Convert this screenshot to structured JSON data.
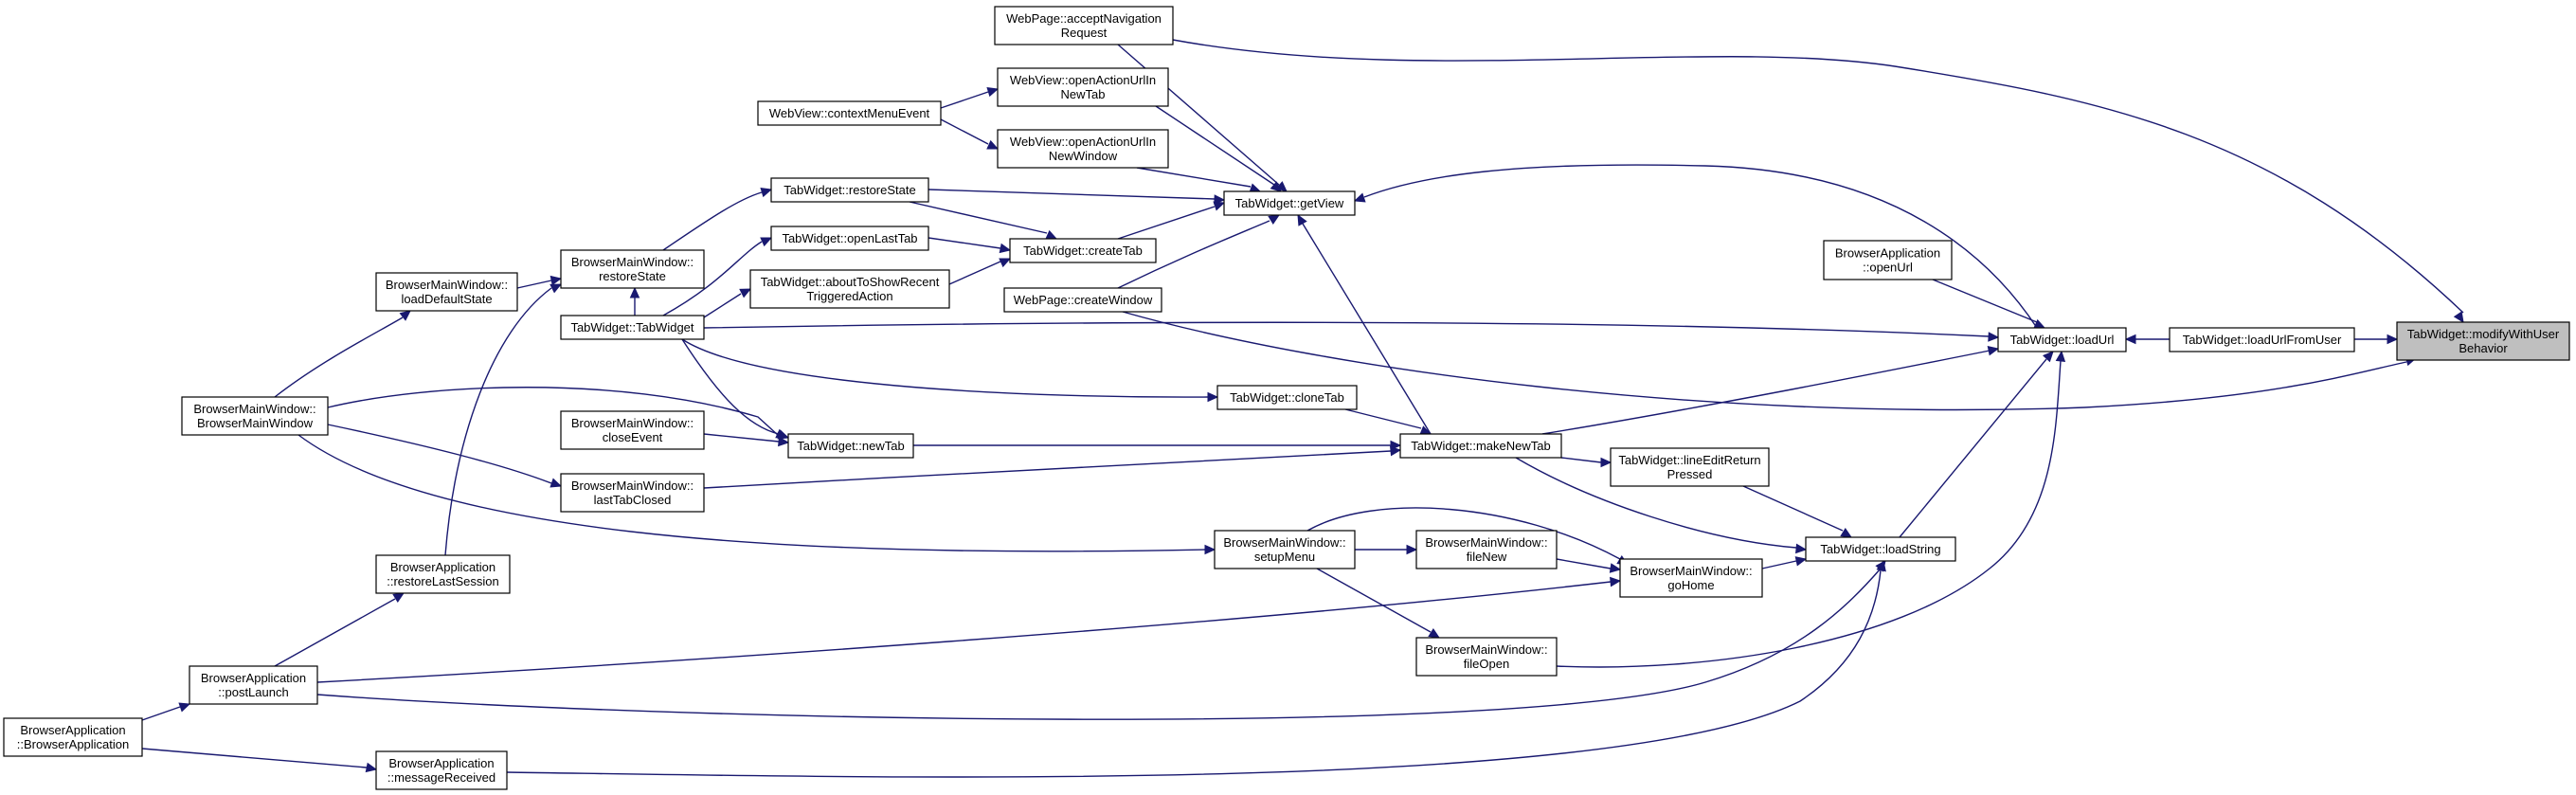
{
  "graph": {
    "type": "caller-graph",
    "colors": {
      "edge": "#191970",
      "node_border": "#000000",
      "node_fill": "#ffffff",
      "focus_fill": "#bfbfbf"
    },
    "nodes": [
      {
        "id": "modifyWithUserBehavior",
        "lines": [
          "TabWidget::modifyWithUser",
          "Behavior"
        ],
        "focus": true
      },
      {
        "id": "loadUrlFromUser",
        "lines": [
          "TabWidget::loadUrlFromUser"
        ]
      },
      {
        "id": "loadUrl",
        "lines": [
          "TabWidget::loadUrl"
        ]
      },
      {
        "id": "openUrl",
        "lines": [
          "BrowserApplication",
          "::openUrl"
        ]
      },
      {
        "id": "loadString",
        "lines": [
          "TabWidget::loadString"
        ]
      },
      {
        "id": "lineEditReturnPressed",
        "lines": [
          "TabWidget::lineEditReturn",
          "Pressed"
        ]
      },
      {
        "id": "goHome",
        "lines": [
          "BrowserMainWindow::",
          "goHome"
        ]
      },
      {
        "id": "fileNew",
        "lines": [
          "BrowserMainWindow::",
          "fileNew"
        ]
      },
      {
        "id": "fileOpen",
        "lines": [
          "BrowserMainWindow::",
          "fileOpen"
        ]
      },
      {
        "id": "setupMenu",
        "lines": [
          "BrowserMainWindow::",
          "setupMenu"
        ]
      },
      {
        "id": "makeNewTab",
        "lines": [
          "TabWidget::makeNewTab"
        ]
      },
      {
        "id": "cloneTab",
        "lines": [
          "TabWidget::cloneTab"
        ]
      },
      {
        "id": "newTab",
        "lines": [
          "TabWidget::newTab"
        ]
      },
      {
        "id": "getView",
        "lines": [
          "TabWidget::getView"
        ]
      },
      {
        "id": "acceptNavigationRequest",
        "lines": [
          "WebPage::acceptNavigation",
          "Request"
        ]
      },
      {
        "id": "openActionUrlInNewTab",
        "lines": [
          "WebView::openActionUrlIn",
          "NewTab"
        ]
      },
      {
        "id": "openActionUrlInNewWindow",
        "lines": [
          "WebView::openActionUrlIn",
          "NewWindow"
        ]
      },
      {
        "id": "contextMenuEvent",
        "lines": [
          "WebView::contextMenuEvent"
        ]
      },
      {
        "id": "createTab",
        "lines": [
          "TabWidget::createTab"
        ]
      },
      {
        "id": "createWindow",
        "lines": [
          "WebPage::createWindow"
        ]
      },
      {
        "id": "restoreState",
        "lines": [
          "TabWidget::restoreState"
        ]
      },
      {
        "id": "openLastTab",
        "lines": [
          "TabWidget::openLastTab"
        ]
      },
      {
        "id": "aboutToShowRecentTriggeredAction",
        "lines": [
          "TabWidget::aboutToShowRecent",
          "TriggeredAction"
        ]
      },
      {
        "id": "bmwRestoreState",
        "lines": [
          "BrowserMainWindow::",
          "restoreState"
        ]
      },
      {
        "id": "tabWidgetCtor",
        "lines": [
          "TabWidget::TabWidget"
        ]
      },
      {
        "id": "loadDefaultState",
        "lines": [
          "BrowserMainWindow::",
          "loadDefaultState"
        ]
      },
      {
        "id": "bmwCtor",
        "lines": [
          "BrowserMainWindow::",
          "BrowserMainWindow"
        ]
      },
      {
        "id": "closeEvent",
        "lines": [
          "BrowserMainWindow::",
          "closeEvent"
        ]
      },
      {
        "id": "lastTabClosed",
        "lines": [
          "BrowserMainWindow::",
          "lastTabClosed"
        ]
      },
      {
        "id": "restoreLastSession",
        "lines": [
          "BrowserApplication",
          "::restoreLastSession"
        ]
      },
      {
        "id": "postLaunch",
        "lines": [
          "BrowserApplication",
          "::postLaunch"
        ]
      },
      {
        "id": "baCtor",
        "lines": [
          "BrowserApplication",
          "::BrowserApplication"
        ]
      },
      {
        "id": "messageReceived",
        "lines": [
          "BrowserApplication",
          "::messageReceived"
        ]
      }
    ],
    "edges": [
      {
        "from": "loadUrlFromUser",
        "to": "modifyWithUserBehavior"
      },
      {
        "from": "acceptNavigationRequest",
        "to": "modifyWithUserBehavior"
      },
      {
        "from": "createWindow",
        "to": "modifyWithUserBehavior"
      },
      {
        "from": "loadUrl",
        "to": "loadUrlFromUser"
      },
      {
        "from": "openUrl",
        "to": "loadUrl"
      },
      {
        "from": "loadString",
        "to": "loadUrl"
      },
      {
        "from": "tabWidgetCtor",
        "to": "loadUrl"
      },
      {
        "from": "makeNewTab",
        "to": "loadUrl"
      },
      {
        "from": "fileOpen",
        "to": "loadUrl"
      },
      {
        "from": "loadUrl",
        "to": "getView"
      },
      {
        "from": "lineEditReturnPressed",
        "to": "loadString"
      },
      {
        "from": "goHome",
        "to": "loadString"
      },
      {
        "from": "makeNewTab",
        "to": "loadString"
      },
      {
        "from": "postLaunch",
        "to": "loadString"
      },
      {
        "from": "messageReceived",
        "to": "loadString"
      },
      {
        "from": "makeNewTab",
        "to": "lineEditReturnPressed"
      },
      {
        "from": "fileNew",
        "to": "goHome"
      },
      {
        "from": "setupMenu",
        "to": "goHome"
      },
      {
        "from": "postLaunch",
        "to": "goHome"
      },
      {
        "from": "setupMenu",
        "to": "fileNew"
      },
      {
        "from": "setupMenu",
        "to": "fileOpen"
      },
      {
        "from": "bmwCtor",
        "to": "setupMenu"
      },
      {
        "from": "cloneTab",
        "to": "makeNewTab"
      },
      {
        "from": "newTab",
        "to": "makeNewTab"
      },
      {
        "from": "lastTabClosed",
        "to": "makeNewTab"
      },
      {
        "from": "makeNewTab",
        "to": "getView"
      },
      {
        "from": "tabWidgetCtor",
        "to": "cloneTab"
      },
      {
        "from": "bmwCtor",
        "to": "newTab"
      },
      {
        "from": "closeEvent",
        "to": "newTab"
      },
      {
        "from": "tabWidgetCtor",
        "to": "newTab"
      },
      {
        "from": "acceptNavigationRequest",
        "to": "getView"
      },
      {
        "from": "openActionUrlInNewTab",
        "to": "getView"
      },
      {
        "from": "openActionUrlInNewWindow",
        "to": "getView"
      },
      {
        "from": "createTab",
        "to": "getView"
      },
      {
        "from": "createWindow",
        "to": "getView"
      },
      {
        "from": "restoreState",
        "to": "getView"
      },
      {
        "from": "contextMenuEvent",
        "to": "openActionUrlInNewTab"
      },
      {
        "from": "contextMenuEvent",
        "to": "openActionUrlInNewWindow"
      },
      {
        "from": "restoreState",
        "to": "createTab"
      },
      {
        "from": "openLastTab",
        "to": "createTab"
      },
      {
        "from": "aboutToShowRecentTriggeredAction",
        "to": "createTab"
      },
      {
        "from": "bmwRestoreState",
        "to": "restoreState"
      },
      {
        "from": "tabWidgetCtor",
        "to": "openLastTab"
      },
      {
        "from": "tabWidgetCtor",
        "to": "aboutToShowRecentTriggeredAction"
      },
      {
        "from": "loadDefaultState",
        "to": "bmwRestoreState"
      },
      {
        "from": "restoreLastSession",
        "to": "bmwRestoreState"
      },
      {
        "from": "tabWidgetCtor",
        "to": "bmwRestoreState"
      },
      {
        "from": "bmwCtor",
        "to": "loadDefaultState"
      },
      {
        "from": "bmwCtor",
        "to": "lastTabClosed"
      },
      {
        "from": "postLaunch",
        "to": "restoreLastSession"
      },
      {
        "from": "baCtor",
        "to": "postLaunch"
      },
      {
        "from": "baCtor",
        "to": "messageReceived"
      }
    ]
  }
}
